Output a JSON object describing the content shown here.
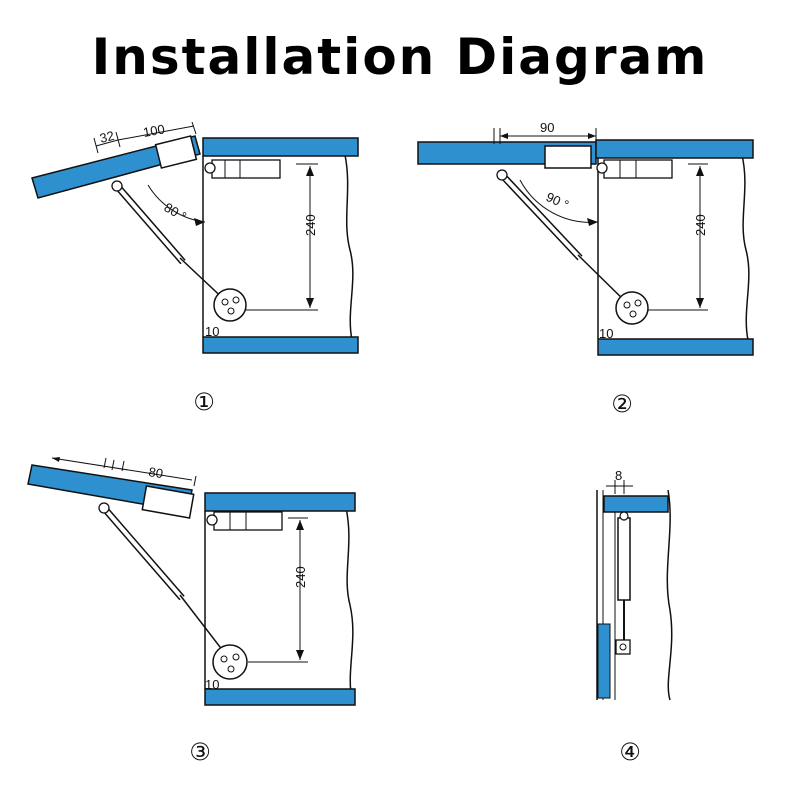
{
  "title": "Installation Diagram",
  "colors": {
    "panel": "#2E90CF",
    "line": "#111111"
  },
  "panels": [
    {
      "step": "①",
      "dims": {
        "offset": "32",
        "width": "100",
        "height": "240",
        "angle": "80 °",
        "gap": "10"
      }
    },
    {
      "step": "②",
      "dims": {
        "width": "90",
        "height": "240",
        "angle": "90 °",
        "gap": "10"
      }
    },
    {
      "step": "③",
      "dims": {
        "width": "80",
        "height": "240",
        "gap": "10"
      }
    },
    {
      "step": "④",
      "dims": {
        "gap": "8"
      }
    }
  ]
}
